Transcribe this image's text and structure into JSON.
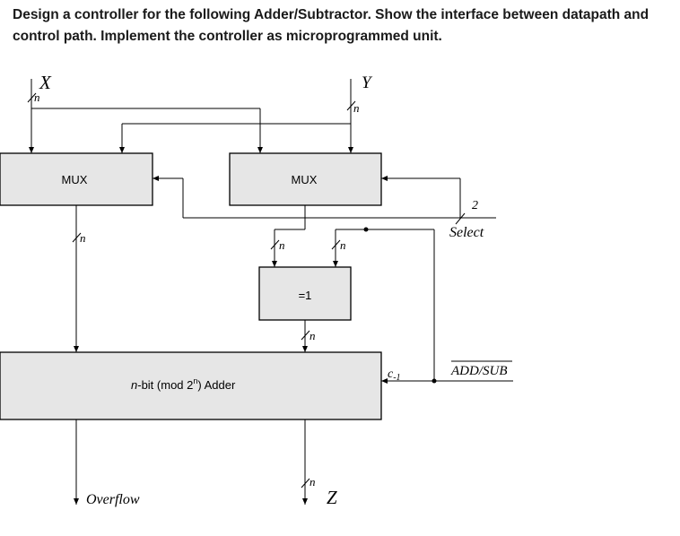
{
  "question": {
    "line1": "Design a controller for the following Adder/Subtractor. Show the interface between datapath and",
    "line2": "control path. Implement the controller as microprogrammed unit."
  },
  "diagram": {
    "input_x": "X",
    "input_y": "Y",
    "output_z": "Z",
    "width_label": "n",
    "mux_left": "MUX",
    "mux_right": "MUX",
    "xor_label": "=1",
    "adder_prefix": "n",
    "adder_label": "-bit (mod 2",
    "adder_sup": "n",
    "adder_suffix": ") Adder",
    "select_label": "Select",
    "select_width": "2",
    "addsub_label": "ADD/SUB",
    "carry_label": "c",
    "carry_sub": "-1",
    "overflow_label": "Overflow"
  }
}
